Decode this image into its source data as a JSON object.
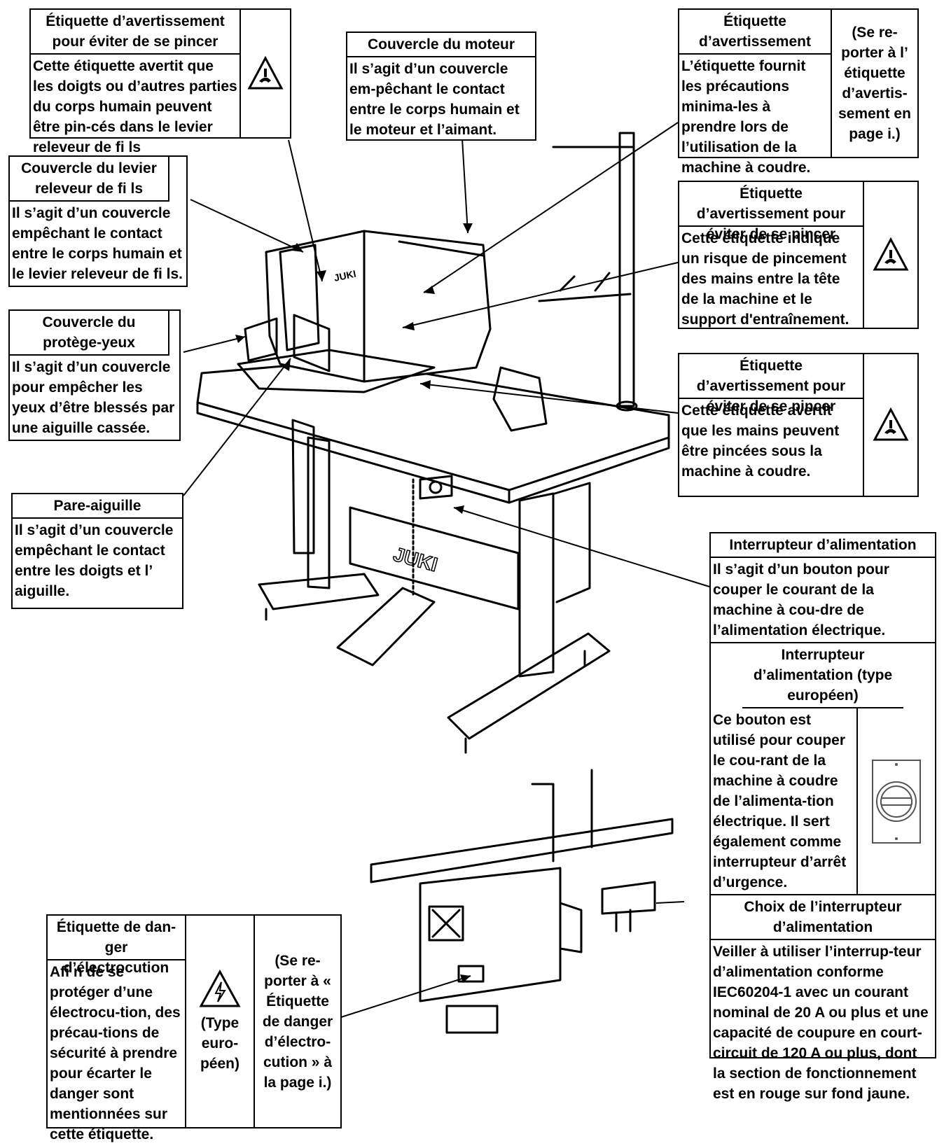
{
  "callouts": {
    "pinch_top": {
      "title": "Étiquette d’avertissement pour éviter de se pincer",
      "body": "Cette étiquette avertit que les doigts ou d’autres parties du corps humain peuvent être pin-cés dans le levier releveur de fi ls",
      "icon": "pinch-warning-icon"
    },
    "motor_cover": {
      "title": "Couvercle du moteur",
      "body": "Il s’agit d’un couvercle em-pêchant le contact entre le corps humain et le moteur et l’aimant."
    },
    "warning_label": {
      "title": "Étiquette d’avertissement",
      "body": "L’étiquette fournit les précautions minima-les à prendre lors de l’utilisation de la machine à coudre.",
      "note": "(Se re-porter à l’ étiquette d’avertis-sement en page i.)"
    },
    "thread_lever_cover": {
      "title": "Couvercle du levier releveur de fi ls",
      "body": "Il s’agit d’un couvercle empêchant le contact entre le corps humain et le levier releveur de fi ls."
    },
    "pinch_head": {
      "title": "Étiquette d’avertissement pour éviter de se pincer",
      "body": "Cette étiquette indique un risque de pincement des mains entre la tête de la machine et le support d'entraînement.",
      "icon": "pinch-warning-icon"
    },
    "eye_guard": {
      "title": "Couvercle du protège-yeux",
      "body": "Il s’agit d’un couvercle pour empêcher les yeux d’être blessés par une aiguille cassée."
    },
    "pinch_under": {
      "title": "Étiquette d’avertissement pour éviter de se pincer",
      "body": "Cette étiquette avertit que les mains peuvent être pincées sous la machine à coudre.",
      "icon": "pinch-warning-icon"
    },
    "needle_guard": {
      "title": "Pare-aiguille",
      "body": "Il s’agit d’un couvercle empêchant le contact entre les doigts et l’ aiguille."
    },
    "power_switch": {
      "title": "Interrupteur d’alimentation",
      "body": "Il s’agit d’un bouton pour couper le courant de la machine à cou-dre de l’alimentation électrique.",
      "eu_title": "Interrupteur d’alimentation (type européen)",
      "eu_body": "Ce bouton est utilisé pour couper le cou-rant de la machine à coudre de l’alimenta-tion électrique. Il sert également comme interrupteur d’arrêt d’urgence.",
      "choice_title": "Choix de l’interrupteur d’alimentation",
      "choice_body": "Veiller à utiliser l’interrup-teur d’alimentation conforme IEC60204-1 avec un courant nominal de 20 A ou plus et une capacité de coupure en court-circuit de 120 A ou plus, dont la section de fonctionnement est en rouge sur fond jaune.",
      "switch_icon": "rotary-switch-icon"
    },
    "electric_shock": {
      "title": "Étiquette de dan-ger d’électrocution",
      "body": "Afi n de se protéger d’une électrocu-tion, des précau-tions de sécurité à prendre pour écarter le danger sont mentionnées sur cette étiquette.",
      "icon_caption": "(Type euro-péen)",
      "note": "(Se re-porter à « Étiquette de danger d’électro-cution » à la page i.)",
      "icon": "electric-shock-icon"
    }
  },
  "machine_brand": "JUKI",
  "colors": {
    "ink": "#000000",
    "paper": "#ffffff"
  }
}
